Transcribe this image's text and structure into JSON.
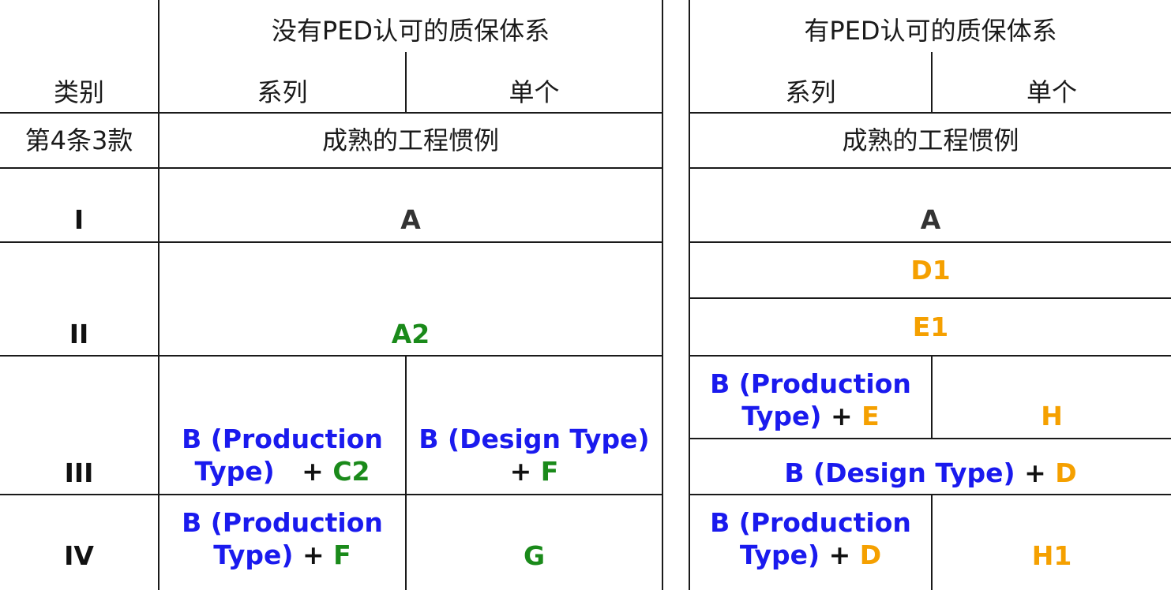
{
  "headers": {
    "no_qs": "没有PED认可的质保体系",
    "with_qs": "有PED认可的质保体系",
    "category": "类别",
    "series": "系列",
    "single": "单个",
    "clause": "第4条3款",
    "sep": "成熟的工程惯例"
  },
  "rows": {
    "I": {
      "label": "I",
      "left": "A",
      "right": "A"
    },
    "II": {
      "label": "II",
      "left": "A2",
      "right_top": "D1",
      "right_bottom": "E1"
    },
    "III": {
      "label": "III",
      "left_series_1": "B (Production",
      "left_series_2": "Type)",
      "left_series_plus": "+",
      "left_series_mod": "C2",
      "left_single_1": "B (Design Type)",
      "left_single_plus": "+",
      "left_single_mod": "F",
      "right_series_1": "B (Production",
      "right_series_2": "Type)",
      "right_series_plus": "+",
      "right_series_mod": "E",
      "right_single": "H",
      "right_bottom_1": "B (Design Type)",
      "right_bottom_plus": "+",
      "right_bottom_mod": "D"
    },
    "IV": {
      "label": "IV",
      "left_series_1": "B (Production",
      "left_series_2": "Type)",
      "left_series_plus": "+",
      "left_series_mod": "F",
      "left_single": "G",
      "right_series_1": "B (Production",
      "right_series_2": "Type)",
      "right_series_plus": "+",
      "right_series_mod": "D",
      "right_single": "H1"
    }
  },
  "colors": {
    "blue": "#1a1aee",
    "green": "#1a8a1a",
    "orange": "#f5a000",
    "dark": "#333333"
  }
}
